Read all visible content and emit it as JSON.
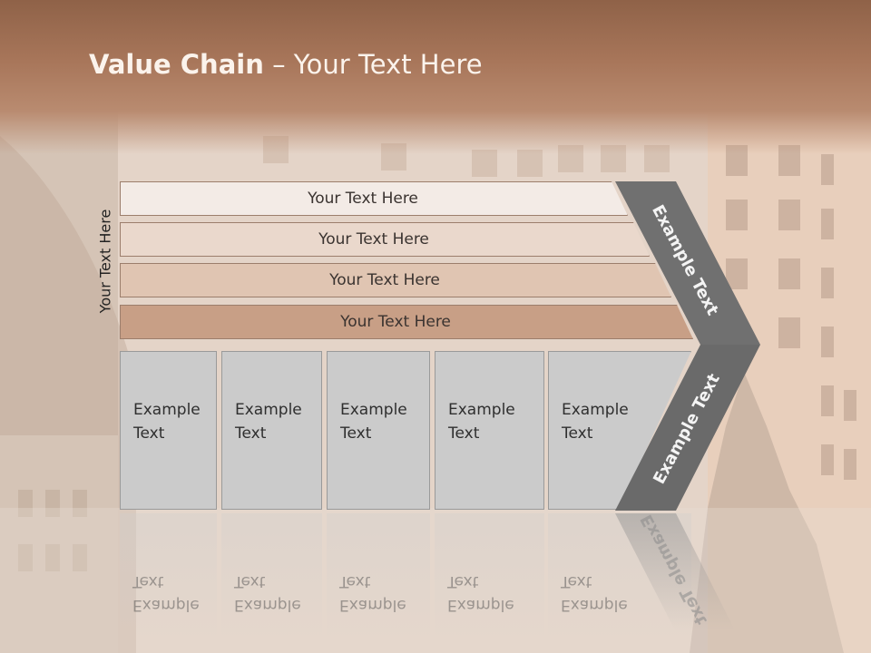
{
  "slide": {
    "title_bold": "Value Chain",
    "title_rest": " – Your Text Here"
  },
  "side_label": "Your Text Here",
  "bands": [
    {
      "label": "Your Text Here",
      "color": "#f3ebe6"
    },
    {
      "label": "Your Text Here",
      "color": "#ead8cc"
    },
    {
      "label": "Your Text Here",
      "color": "#e0c5b2"
    },
    {
      "label": "Your Text Here",
      "color": "#c89f86"
    }
  ],
  "boxes": [
    {
      "line1": "Example",
      "line2": "Text"
    },
    {
      "line1": "Example",
      "line2": "Text"
    },
    {
      "line1": "Example",
      "line2": "Text"
    },
    {
      "line1": "Example",
      "line2": "Text"
    },
    {
      "line1": "Example",
      "line2": "Text"
    }
  ],
  "chevron": {
    "top_label": "Example Text",
    "bottom_label": "Example Text",
    "top_color": "#707070",
    "bottom_color": "#6a6a6a"
  }
}
